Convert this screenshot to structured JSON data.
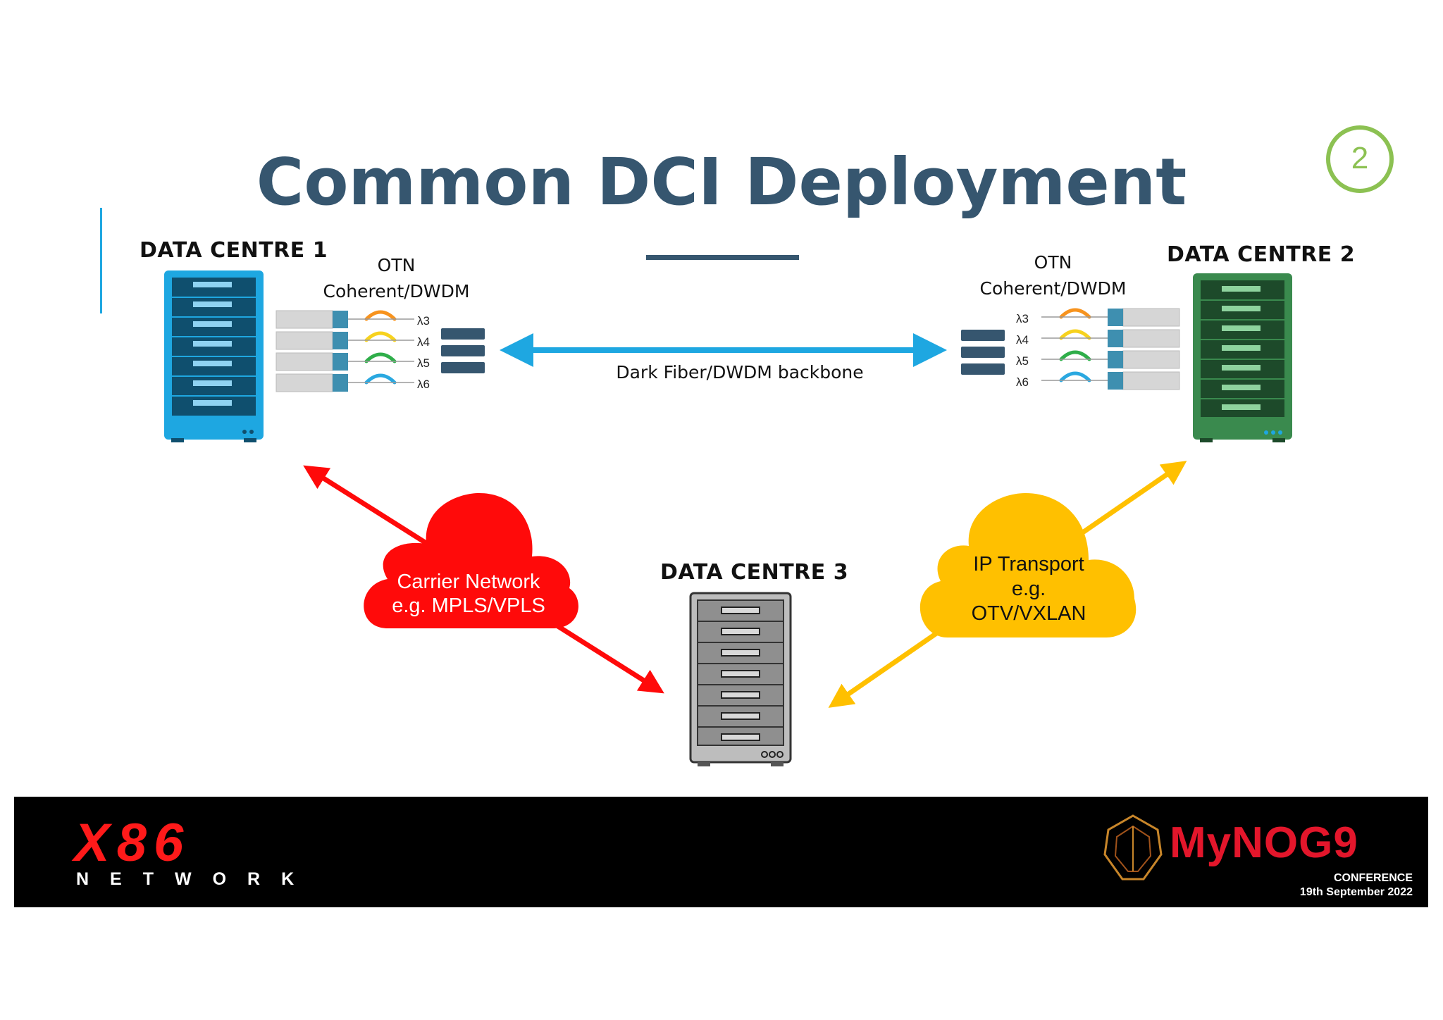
{
  "slide": {
    "title": "Common DCI Deployment",
    "number": "2"
  },
  "data_centres": [
    {
      "label": "DATA CENTRE 1",
      "color": "#1ea7e1"
    },
    {
      "label": "DATA CENTRE 2",
      "color": "#3a8a4e"
    },
    {
      "label": "DATA CENTRE 3",
      "color": "#6d6d6d"
    }
  ],
  "otn": {
    "left_line1": "OTN",
    "left_line2": "Coherent/DWDM",
    "right_line1": "OTN",
    "right_line2": "Coherent/DWDM",
    "wavelengths": [
      "λ3",
      "λ4",
      "λ5",
      "λ6"
    ]
  },
  "backbone_label": "Dark Fiber/DWDM backbone",
  "clouds": {
    "carrier": {
      "line1": "Carrier Network",
      "line2": "e.g. MPLS/VPLS",
      "color": "#ff0a0a"
    },
    "ip": {
      "line1": "IP Transport",
      "line2": "e.g.",
      "line3": "OTV/VXLAN",
      "color": "#ffc000"
    }
  },
  "colors": {
    "title": "#36566f",
    "backbone_arrow": "#1ea7e1",
    "slide_number_ring": "#8cc152"
  },
  "footer": {
    "logo_left_line1": "X86",
    "logo_left_line2": "NETWORK",
    "logo_right": "MyNOG9",
    "conference": "CONFERENCE",
    "date": "19th September 2022"
  }
}
